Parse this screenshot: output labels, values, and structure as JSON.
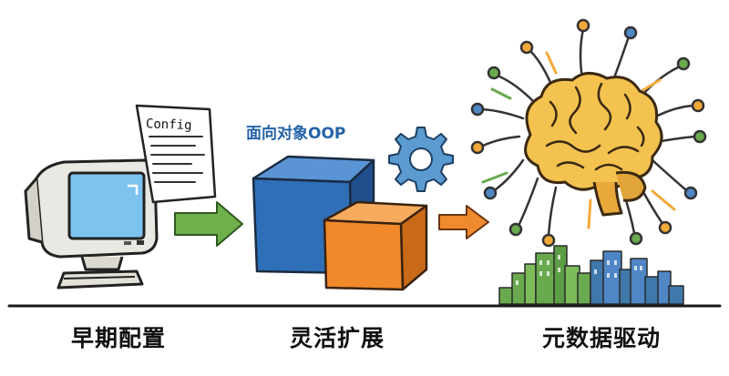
{
  "stages": [
    {
      "label": "早期配置"
    },
    {
      "label": "灵活扩展"
    },
    {
      "label": "元数据驱动"
    }
  ],
  "config_doc": {
    "title": "Config"
  },
  "oop": {
    "label": "面向对象OOP"
  },
  "icons": [
    "computer-monitor-icon",
    "config-document-icon",
    "gear-icon",
    "brain-icon",
    "city-skyline-icon"
  ],
  "colors": {
    "arrow": "#6fb04a",
    "arrow_orange": "#ef8a2e",
    "cube_blue": "#2e6fb8",
    "cube_orange": "#f08a2a",
    "gear": "#5b9bd0",
    "brain": "#f4c24f",
    "screen": "#7cc4ef",
    "skyline_green": "#6aaa4f",
    "skyline_blue": "#3f78aa"
  }
}
